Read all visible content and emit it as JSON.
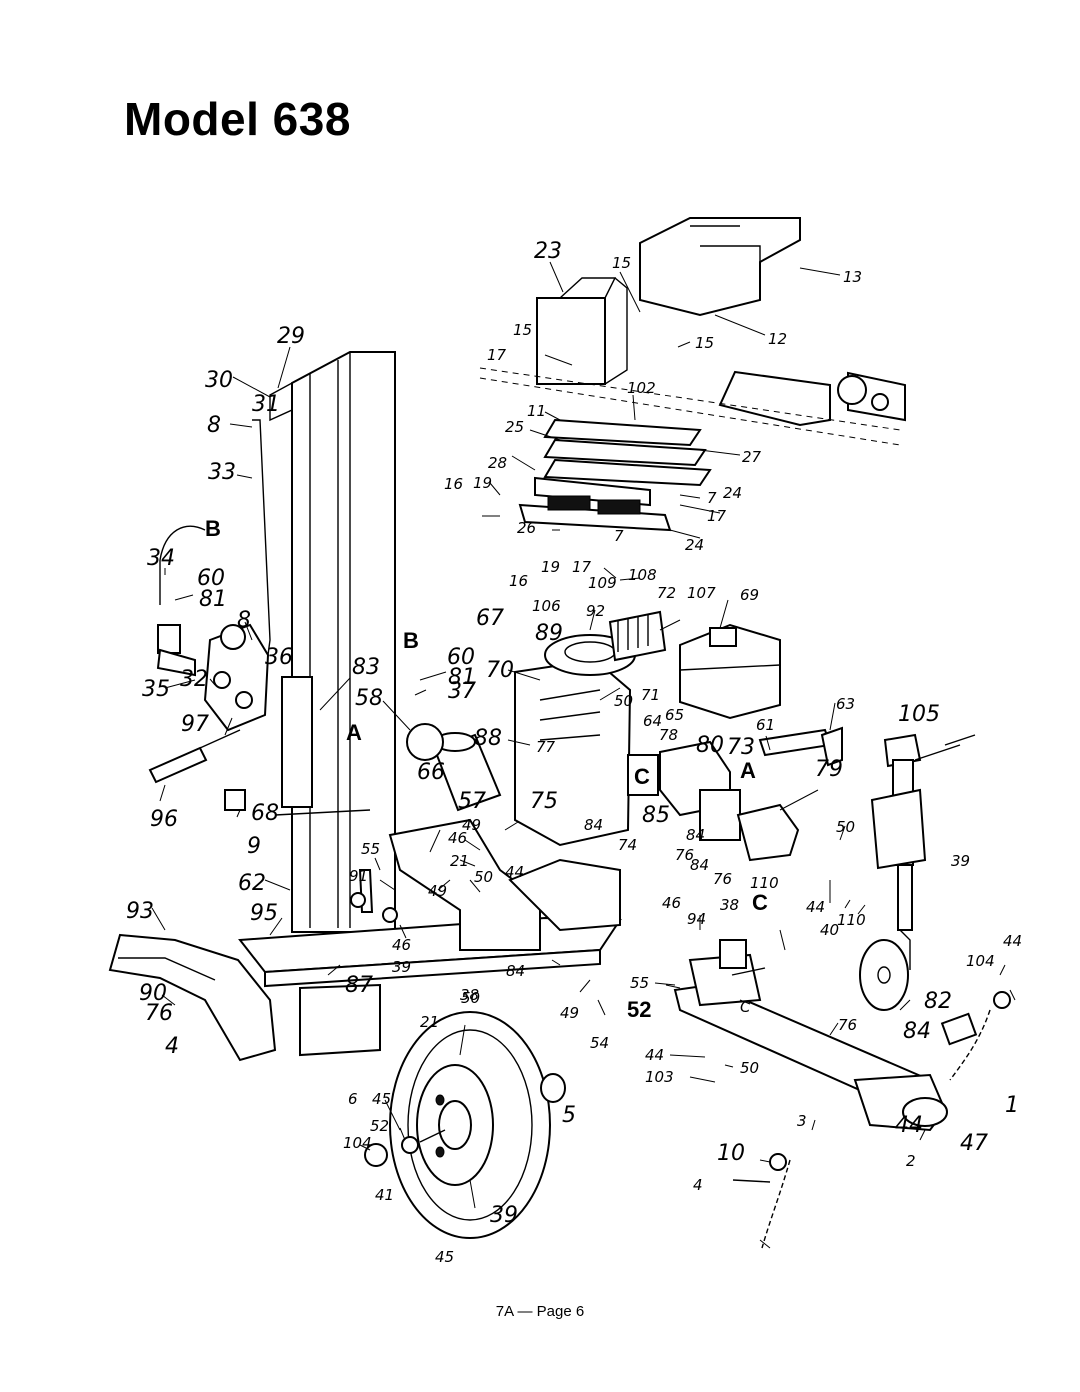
{
  "page": {
    "title": "Model 638",
    "footer": "7A — Page 6"
  },
  "callouts": [
    "23",
    "15",
    "13",
    "12",
    "29",
    "15",
    "15",
    "30",
    "17",
    "102",
    "31",
    "8",
    "11",
    "25",
    "27",
    "33",
    "28",
    "19",
    "7",
    "16",
    "24",
    "17",
    "26",
    "7",
    "24",
    "34",
    "B",
    "60",
    "19",
    "17",
    "16",
    "81",
    "108",
    "109",
    "72",
    "107",
    "69",
    "106",
    "92",
    "67",
    "8",
    "89",
    "B",
    "36",
    "60",
    "70",
    "83",
    "81",
    "37",
    "35",
    "32",
    "58",
    "50",
    "71",
    "105",
    "A",
    "65",
    "97",
    "64",
    "63",
    "88",
    "61",
    "77",
    "78",
    "80",
    "73",
    "A",
    "96",
    "68",
    "66",
    "57",
    "75",
    "C",
    "79",
    "9",
    "49",
    "46",
    "85",
    "84",
    "74",
    "50",
    "21",
    "84",
    "55",
    "76",
    "84",
    "76",
    "62",
    "91",
    "50",
    "44",
    "110",
    "44",
    "39",
    "93",
    "49",
    "46",
    "94",
    "38",
    "C",
    "40",
    "95",
    "46",
    "39",
    "110",
    "87",
    "84",
    "104",
    "44",
    "55",
    "90",
    "76",
    "38",
    "49",
    "C",
    "52",
    "82",
    "54",
    "76",
    "50",
    "84",
    "4",
    "21",
    "50",
    "44",
    "103",
    "5",
    "6",
    "45",
    "1",
    "52",
    "3",
    "104",
    "10",
    "39",
    "44",
    "47",
    "2",
    "41",
    "4",
    "45"
  ]
}
